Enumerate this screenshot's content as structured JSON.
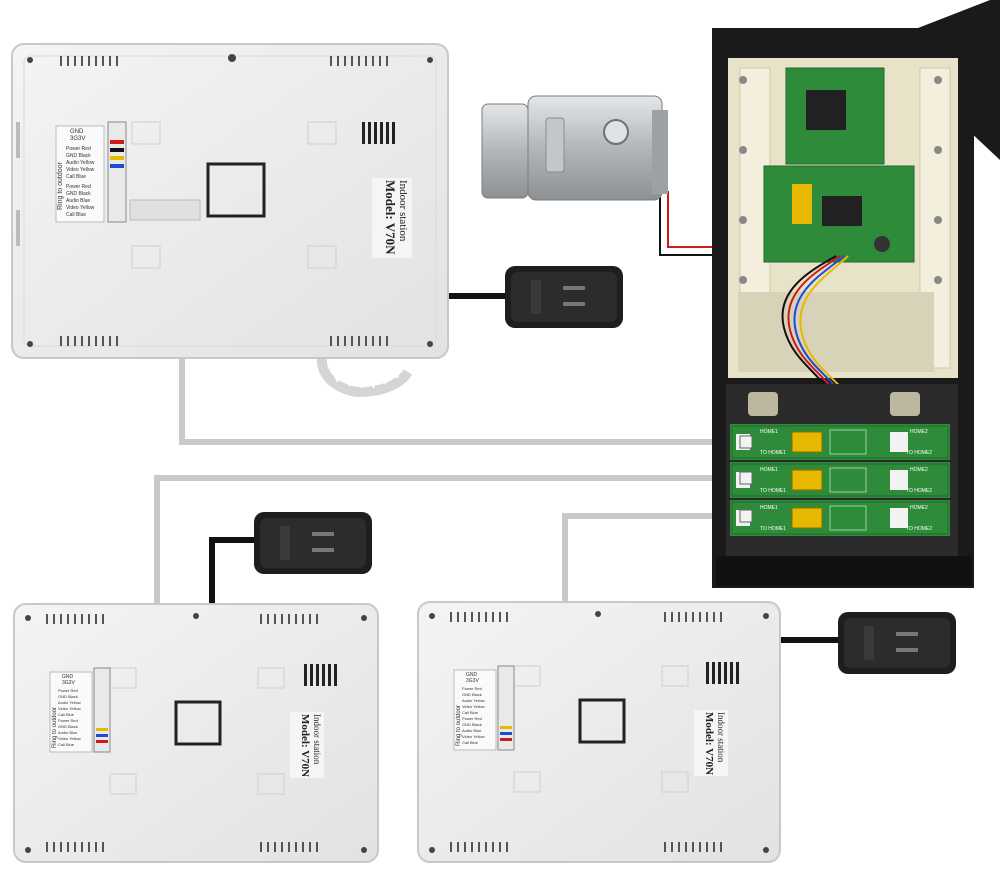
{
  "colors": {
    "background": "#ffffff",
    "monitor_body": "#eeeeee",
    "monitor_edge": "#c8c8c8",
    "cable_black": "#111111",
    "cable_grey": "#c9c9c9",
    "wire_red": "#d11919",
    "pcb_green": "#2e8b3a",
    "relay_yellow": "#e6b800",
    "outdoor_case": "#1a1a1a",
    "outdoor_plate": "#e8e2c8",
    "lock_steel": "#b9bbbd",
    "adapter_black": "#1e1e1e"
  },
  "monitors": [
    {
      "id": "main",
      "title": "Indoor station",
      "model": "Model: V70N",
      "terminal_left": [
        "GND",
        "3G3V"
      ],
      "terminal_right": [
        "Power Red",
        "GND Black",
        "Audio Yellow",
        "Video Yellow",
        "Call Blue"
      ],
      "terminal_right_2": [
        "Power Red",
        "GND Black",
        "Audio Blue",
        "Video Yellow",
        "Call Blue"
      ],
      "side_text": "Ring to outdoor"
    },
    {
      "id": "extension-1",
      "title": "Indoor station",
      "model": "Model: V70N",
      "terminal_left": [
        "GND",
        "3G3V"
      ],
      "terminal_right": [
        "Power Red",
        "GND Black",
        "Audio Yellow",
        "Video Yellow",
        "Call Blue"
      ],
      "terminal_right_2": [
        "Power Red",
        "GND Black",
        "Audio Blue",
        "Video Yellow",
        "Call Blue"
      ],
      "side_text": "Ring to outdoor"
    },
    {
      "id": "extension-2",
      "title": "Indoor station",
      "model": "Model: V70N",
      "terminal_left": [
        "GND",
        "3G3V"
      ],
      "terminal_right": [
        "Power Red",
        "GND Black",
        "Audio Yellow",
        "Video Yellow",
        "Call Blue"
      ],
      "terminal_right_2": [
        "Power Red",
        "GND Black",
        "Audio Blue",
        "Video Yellow",
        "Call Blue"
      ],
      "side_text": "Ring to outdoor"
    }
  ],
  "outdoor_unit": {
    "board_labels": [
      [
        "HOME1",
        "TO HOME1",
        "HOME2",
        "TO HOME2"
      ],
      [
        "HOME1",
        "TO HOME1",
        "HOME2",
        "TO HOME2"
      ],
      [
        "HOME1",
        "TO HOME1",
        "HOME2",
        "TO HOME2"
      ]
    ]
  }
}
